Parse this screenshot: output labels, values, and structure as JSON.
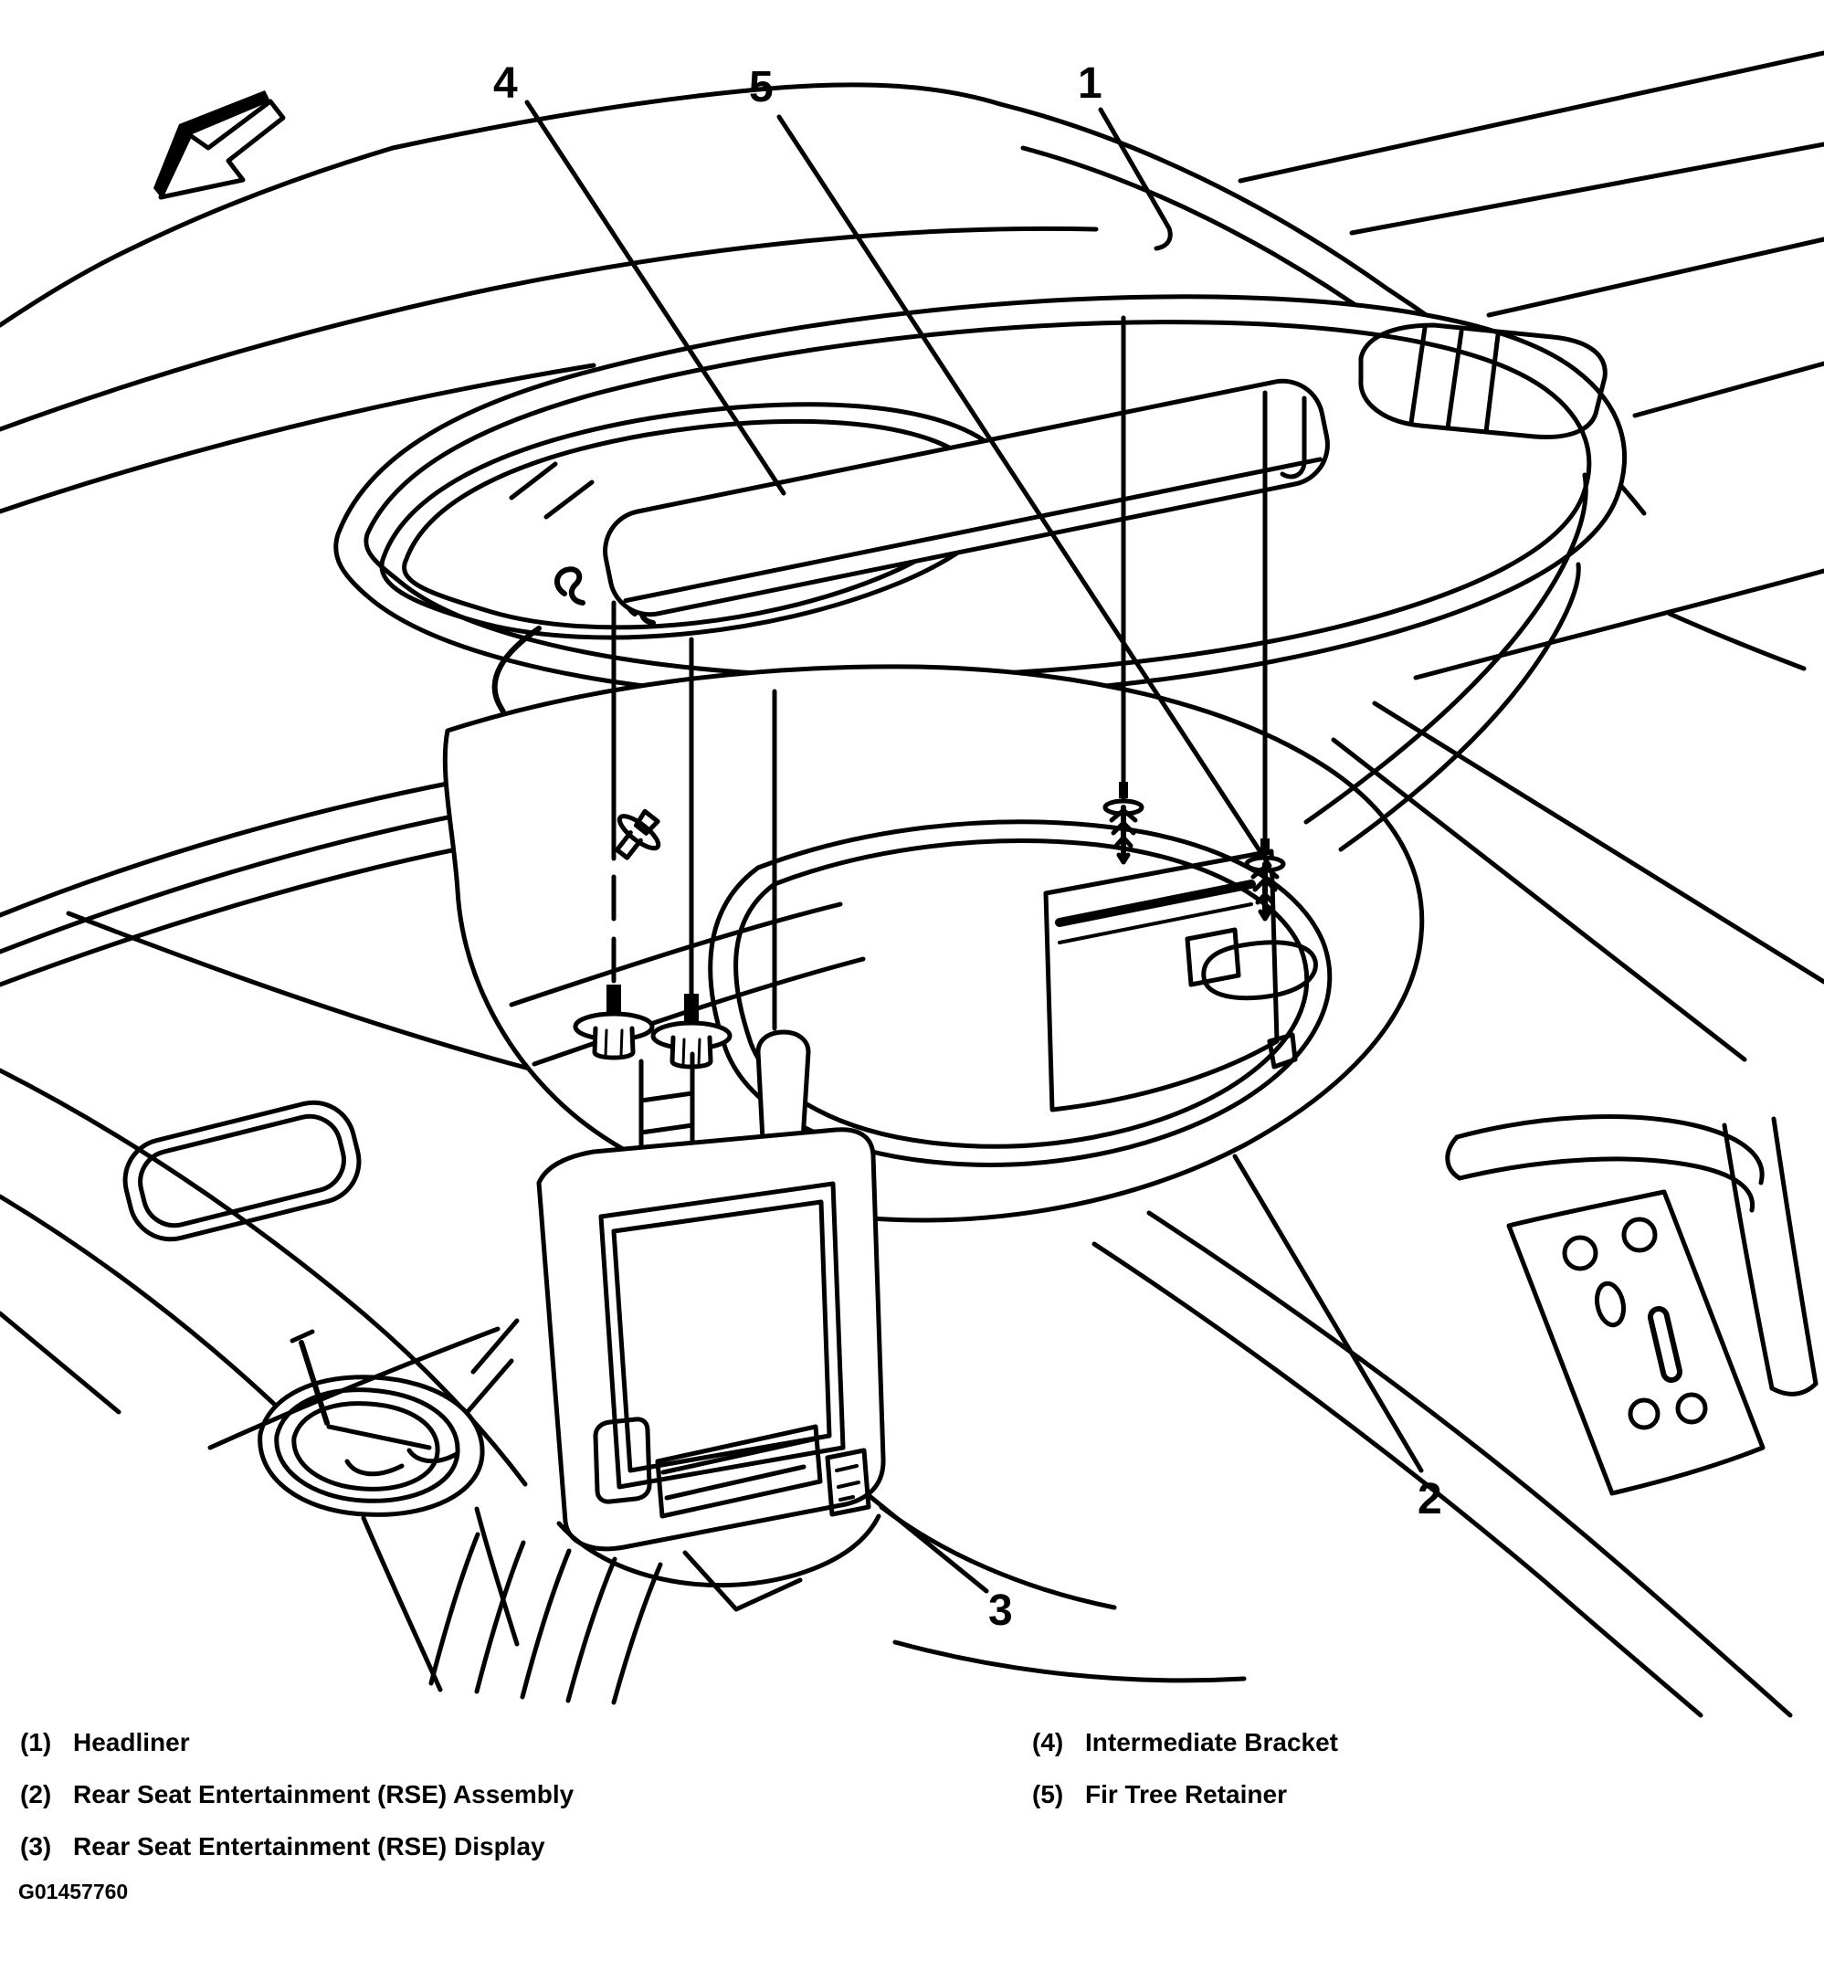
{
  "figure_id": "G01457760",
  "colors": {
    "ink": "#000000",
    "paper": "#ffffff"
  },
  "callouts": {
    "c1": "1",
    "c2": "2",
    "c3": "3",
    "c4": "4",
    "c5": "5"
  },
  "legend": {
    "left": [
      {
        "num": "(1)",
        "label": "Headliner"
      },
      {
        "num": "(2)",
        "label": "Rear Seat Entertainment (RSE) Assembly"
      },
      {
        "num": "(3)",
        "label": "Rear Seat Entertainment (RSE) Display"
      }
    ],
    "right": [
      {
        "num": "(4)",
        "label": "Intermediate Bracket"
      },
      {
        "num": "(5)",
        "label": "Fir Tree Retainer"
      }
    ]
  }
}
